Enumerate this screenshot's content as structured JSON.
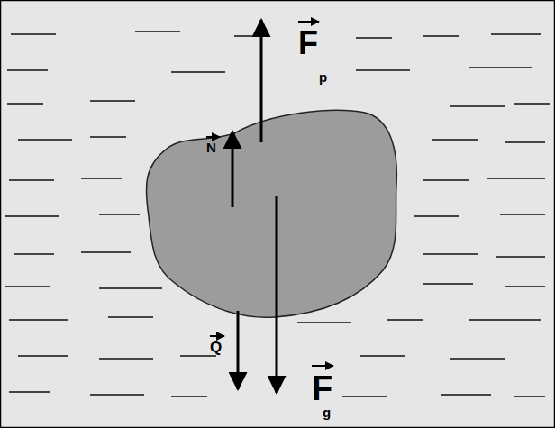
{
  "diagram": {
    "labels": [
      "F",
      "p",
      "N",
      "Q",
      "F",
      "g"
    ]
  }
}
